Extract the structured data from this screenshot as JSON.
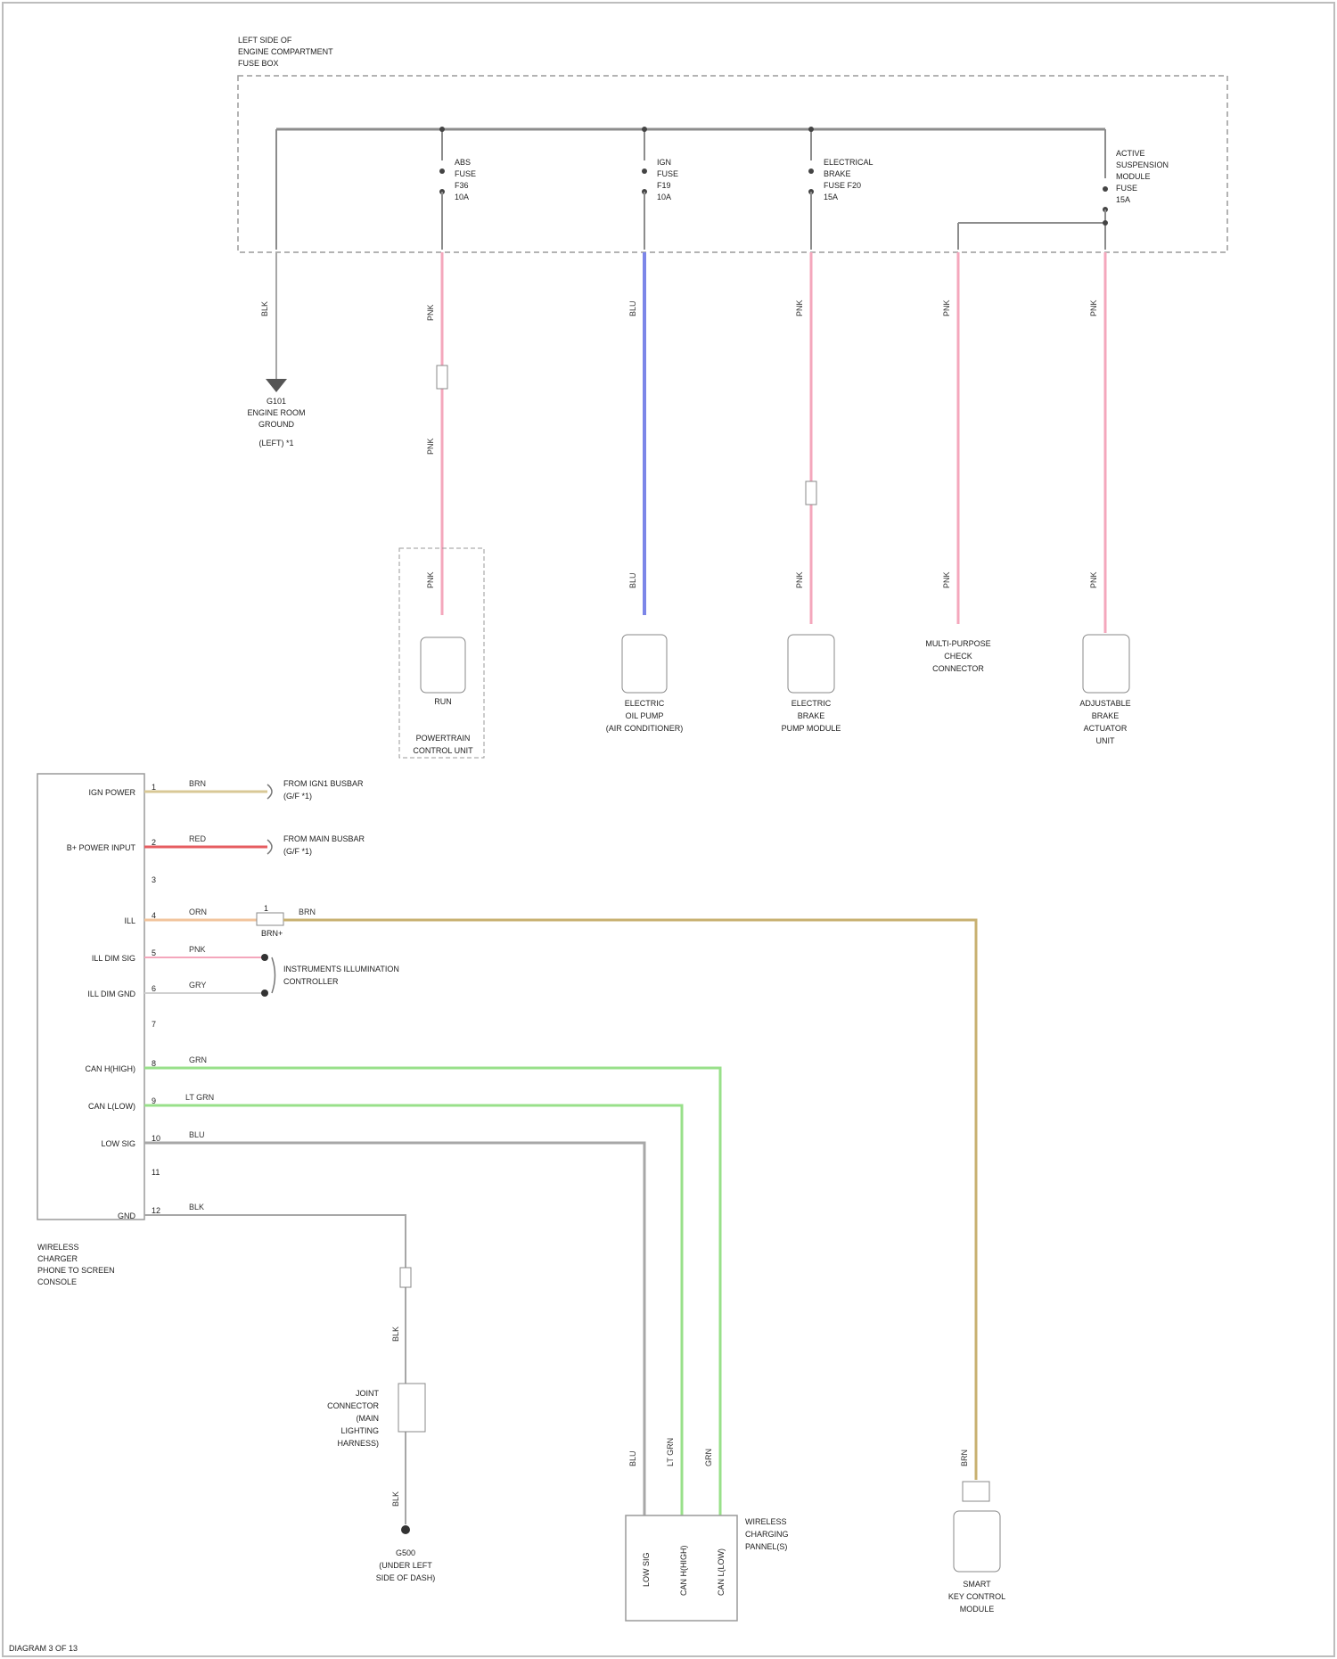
{
  "fuse_box": {
    "title_lines": [
      "LEFT SIDE OF",
      "ENGINE COMPARTMENT",
      "FUSE BOX"
    ],
    "fuses": [
      {
        "id": "fuse-abs",
        "lines": [
          "ABS",
          "FUSE",
          "F36",
          "10A"
        ]
      },
      {
        "id": "fuse-ign",
        "lines": [
          "IGN",
          "FUSE",
          "F19",
          "10A"
        ]
      },
      {
        "id": "fuse-electrical-brake",
        "lines": [
          "ELECTRICAL",
          "BRAKE",
          "FUSE F20",
          "15A"
        ]
      },
      {
        "id": "fuse-active-suspension",
        "lines": [
          "ACTIVE",
          "SUSPENSION",
          "MODULE",
          "FUSE",
          "15A"
        ]
      }
    ]
  },
  "ground_top": {
    "lines": [
      "G101",
      "ENGINE ROOM",
      "GROUND",
      "(LEFT) *1"
    ]
  },
  "components_top": [
    {
      "id": "powertrain-control-unit",
      "lines": [
        "POWERTRAIN",
        "CONTROL UNIT"
      ],
      "inner": "RUN"
    },
    {
      "id": "electric-oil-pump-controller",
      "lines": [
        "ELECTRIC",
        "OIL PUMP",
        "(AIR CONDITIONER)"
      ]
    },
    {
      "id": "electric-brake-pump-module",
      "lines": [
        "ELECTRIC",
        "BRAKE",
        "PUMP MODULE"
      ]
    },
    {
      "id": "multi-purpose-check-connector",
      "lines": [
        "MULTI-PURPOSE",
        "CHECK",
        "CONNECTOR"
      ]
    },
    {
      "id": "adjustable-brake-actuator-unit",
      "lines": [
        "ADJUSTABLE",
        "BRAKE",
        "ACTUATOR",
        "UNIT"
      ]
    }
  ],
  "wire_labels_top": {
    "ground": "BLK",
    "abs": [
      "PNK",
      "PNK",
      "PNK"
    ],
    "ign": [
      "BLU",
      "BLU"
    ],
    "electrical": [
      "PNK",
      "PNK"
    ],
    "multi": [
      "PNK",
      "PNK"
    ],
    "active": [
      "PNK",
      "PNK"
    ]
  },
  "module": {
    "lines": [
      "WIRELESS",
      "CHARGER",
      "PHONE TO SCREEN",
      "CONSOLE"
    ],
    "pins": [
      {
        "label": "IGN POWER",
        "pin": "1",
        "wire": "BRN"
      },
      {
        "label": "B+ POWER INPUT",
        "pin": "2",
        "wire": "RED"
      },
      {
        "label": "",
        "pin": "3",
        "wire": ""
      },
      {
        "label": "ILL",
        "pin": "4",
        "wire": "ORN"
      },
      {
        "label": "ILL DIM SIG",
        "pin": "5",
        "wire": "PNK"
      },
      {
        "label": "ILL DIM GND",
        "pin": "6",
        "wire": "GRY"
      },
      {
        "label": "",
        "pin": "7",
        "wire": ""
      },
      {
        "label": "CAN H(HIGH)",
        "pin": "8",
        "wire": "GRN"
      },
      {
        "label": "CAN L(LOW)",
        "pin": "9",
        "wire": "LT GRN"
      },
      {
        "label": "LOW SIG",
        "pin": "10",
        "wire": "BLU"
      },
      {
        "label": "",
        "pin": "11",
        "wire": ""
      },
      {
        "label": "GND",
        "pin": "12",
        "wire": "BLK"
      }
    ]
  },
  "grounds_mid": [
    {
      "id": "ground-front-right",
      "lines": [
        "FROM IGN1 BUSBAR",
        "(G/F *1)"
      ]
    },
    {
      "id": "ground-from-main",
      "lines": [
        "FROM MAIN BUSBAR",
        "(G/F *1)"
      ]
    }
  ],
  "ill_connector": {
    "pin": "1",
    "name": "BRN+",
    "wire": "BRN"
  },
  "instrument_illumination": {
    "lines": [
      "INSTRUMENTS ILLUMINATION",
      "CONTROLLER"
    ]
  },
  "joint_connector": {
    "lines": [
      "JOINT",
      "CONNECTOR",
      "(MAIN",
      "LIGHTING",
      "HARNESS)"
    ],
    "wires": [
      "BLK",
      "BLK",
      "BLK"
    ]
  },
  "ground_bottom": {
    "lines": [
      "G500",
      "(UNDER LEFT",
      "SIDE OF DASH)"
    ]
  },
  "wireless_charging_pad": {
    "lines": [
      "WIRELESS",
      "CHARGING",
      "PANNEL(S)"
    ],
    "pins": [
      "LOW SIG",
      "CAN H(HIGH)",
      "CAN L(LOW)"
    ],
    "wire_labels": [
      "BLU",
      "LT GRN",
      "GRN"
    ]
  },
  "smart_key": {
    "lines": [
      "SMART",
      "KEY CONTROL",
      "MODULE"
    ],
    "wire": "BRN"
  },
  "footer": "DIAGRAM 3 OF 13",
  "colors": {
    "pink": "#f4a7bc",
    "blue": "#7c86e8",
    "green": "#98e08a",
    "tan": "#c8b070",
    "gray": "#a7a7a7",
    "red": "#e65c60",
    "orange": "#f2c49c",
    "dash": "#9a9a9a"
  }
}
